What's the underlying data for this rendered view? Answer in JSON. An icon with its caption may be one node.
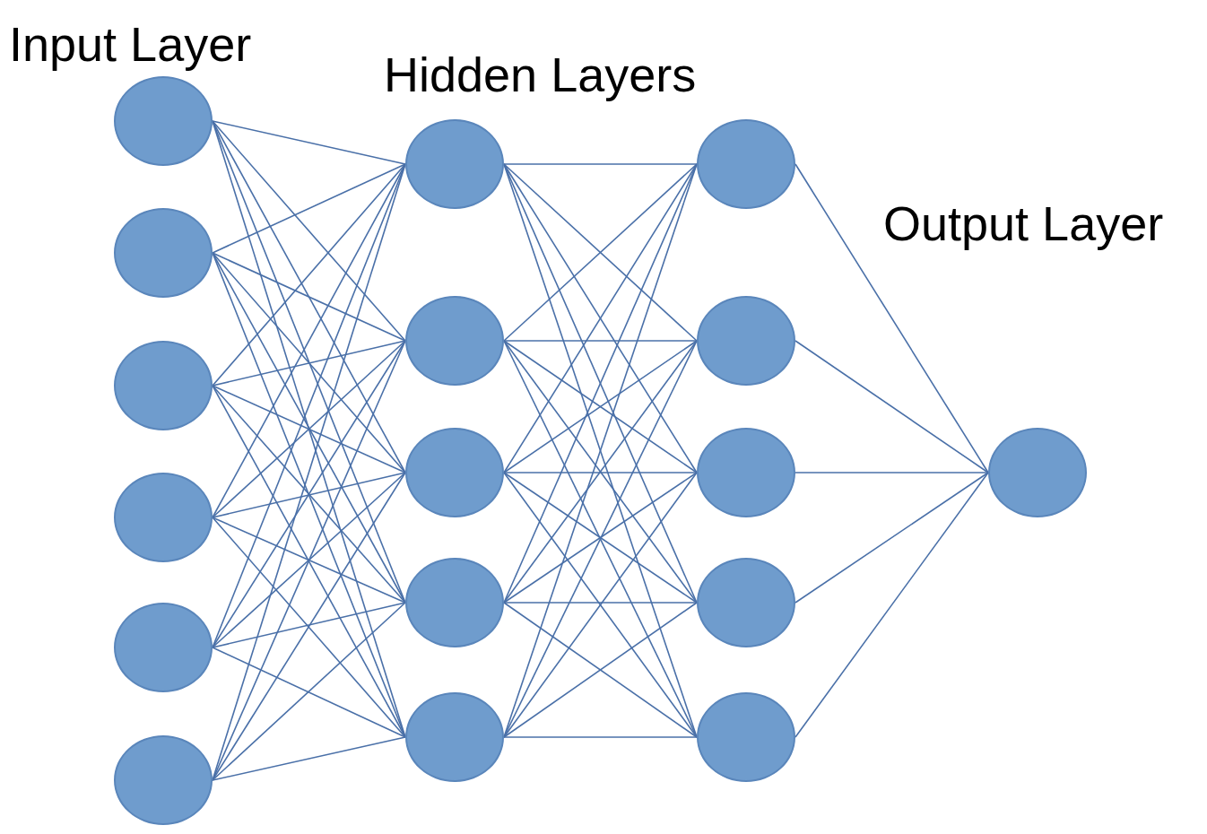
{
  "diagram": {
    "nodes": [
      {
        "text": [],
        "shape": "circle"
      },
      {
        "text": [],
        "shape": "circle"
      },
      {
        "text": [],
        "shape": "circle"
      },
      {
        "text": [],
        "shape": "circle"
      },
      {
        "text": [],
        "shape": "circle"
      },
      {
        "text": [],
        "shape": "circle"
      },
      {
        "text": [],
        "shape": "circle"
      },
      {
        "text": [],
        "shape": "circle"
      },
      {
        "text": [],
        "shape": "circle"
      },
      {
        "text": [],
        "shape": "circle"
      },
      {
        "text": [],
        "shape": "circle"
      },
      {
        "text": [],
        "shape": "circle"
      },
      {
        "text": [],
        "shape": "circle"
      },
      {
        "text": [],
        "shape": "circle"
      },
      {
        "text": [],
        "shape": "circle"
      },
      {
        "text": [],
        "shape": "circle"
      },
      {
        "text": [],
        "shape": "circle"
      }
    ],
    "edges": [
      {
        "from": 0,
        "to": 6,
        "arrow": "none"
      },
      {
        "from": 0,
        "to": 7,
        "arrow": "none"
      },
      {
        "from": 0,
        "to": 8,
        "arrow": "none"
      },
      {
        "from": 0,
        "to": 9,
        "arrow": "none"
      },
      {
        "from": 0,
        "to": 10,
        "arrow": "none"
      },
      {
        "from": 1,
        "to": 6,
        "arrow": "none"
      },
      {
        "from": 1,
        "to": 7,
        "arrow": "none"
      },
      {
        "from": 1,
        "to": 8,
        "arrow": "none"
      },
      {
        "from": 1,
        "to": 9,
        "arrow": "none"
      },
      {
        "from": 1,
        "to": 10,
        "arrow": "none"
      },
      {
        "from": 2,
        "to": 6,
        "arrow": "none"
      },
      {
        "from": 2,
        "to": 7,
        "arrow": "none"
      },
      {
        "from": 2,
        "to": 8,
        "arrow": "none"
      },
      {
        "from": 2,
        "to": 9,
        "arrow": "none"
      },
      {
        "from": 2,
        "to": 10,
        "arrow": "none"
      },
      {
        "from": 3,
        "to": 6,
        "arrow": "none"
      },
      {
        "from": 3,
        "to": 7,
        "arrow": "none"
      },
      {
        "from": 3,
        "to": 8,
        "arrow": "none"
      },
      {
        "from": 3,
        "to": 9,
        "arrow": "none"
      },
      {
        "from": 3,
        "to": 10,
        "arrow": "none"
      },
      {
        "from": 4,
        "to": 6,
        "arrow": "none"
      },
      {
        "from": 4,
        "to": 7,
        "arrow": "none"
      },
      {
        "from": 4,
        "to": 8,
        "arrow": "none"
      },
      {
        "from": 4,
        "to": 9,
        "arrow": "none"
      },
      {
        "from": 4,
        "to": 10,
        "arrow": "none"
      },
      {
        "from": 5,
        "to": 6,
        "arrow": "none"
      },
      {
        "from": 5,
        "to": 7,
        "arrow": "none"
      },
      {
        "from": 5,
        "to": 8,
        "arrow": "none"
      },
      {
        "from": 5,
        "to": 9,
        "arrow": "none"
      },
      {
        "from": 5,
        "to": 10,
        "arrow": "none"
      },
      {
        "from": 6,
        "to": 11,
        "arrow": "none"
      },
      {
        "from": 6,
        "to": 12,
        "arrow": "none"
      },
      {
        "from": 6,
        "to": 13,
        "arrow": "none"
      },
      {
        "from": 6,
        "to": 14,
        "arrow": "none"
      },
      {
        "from": 6,
        "to": 15,
        "arrow": "none"
      },
      {
        "from": 7,
        "to": 11,
        "arrow": "none"
      },
      {
        "from": 7,
        "to": 12,
        "arrow": "none"
      },
      {
        "from": 7,
        "to": 13,
        "arrow": "none"
      },
      {
        "from": 7,
        "to": 14,
        "arrow": "none"
      },
      {
        "from": 7,
        "to": 15,
        "arrow": "none"
      },
      {
        "from": 8,
        "to": 11,
        "arrow": "none"
      },
      {
        "from": 8,
        "to": 12,
        "arrow": "none"
      },
      {
        "from": 8,
        "to": 13,
        "arrow": "none"
      },
      {
        "from": 8,
        "to": 14,
        "arrow": "none"
      },
      {
        "from": 8,
        "to": 15,
        "arrow": "none"
      },
      {
        "from": 9,
        "to": 11,
        "arrow": "none"
      },
      {
        "from": 9,
        "to": 12,
        "arrow": "none"
      },
      {
        "from": 9,
        "to": 13,
        "arrow": "none"
      },
      {
        "from": 9,
        "to": 14,
        "arrow": "none"
      },
      {
        "from": 9,
        "to": 15,
        "arrow": "none"
      },
      {
        "from": 10,
        "to": 11,
        "arrow": "none"
      },
      {
        "from": 10,
        "to": 12,
        "arrow": "none"
      },
      {
        "from": 10,
        "to": 13,
        "arrow": "none"
      },
      {
        "from": 10,
        "to": 14,
        "arrow": "none"
      },
      {
        "from": 10,
        "to": 15,
        "arrow": "none"
      },
      {
        "from": 11,
        "to": 16,
        "arrow": "none"
      },
      {
        "from": 12,
        "to": 16,
        "arrow": "none"
      },
      {
        "from": 13,
        "to": 16,
        "arrow": "none"
      },
      {
        "from": 14,
        "to": 16,
        "arrow": "none"
      },
      {
        "from": 15,
        "to": 16,
        "arrow": "none"
      }
    ],
    "labels": [
      "Input Layer",
      "Hidden Layers",
      "Output Layer"
    ]
  }
}
